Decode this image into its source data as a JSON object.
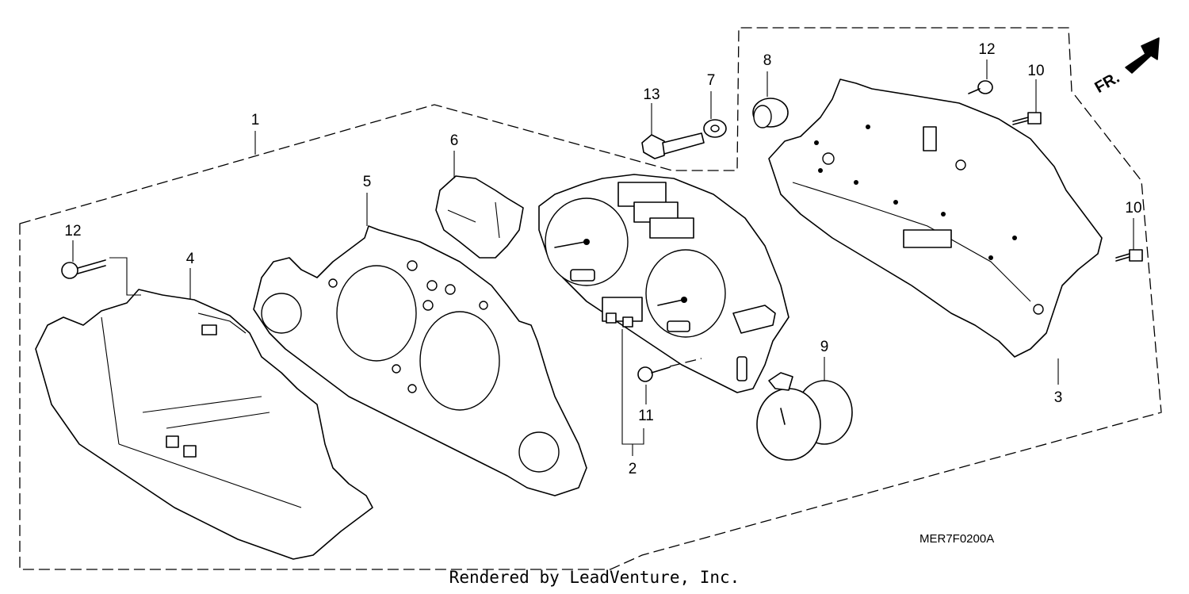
{
  "diagram": {
    "callouts": [
      "1",
      "2",
      "3",
      "4",
      "5",
      "6",
      "7",
      "8",
      "9",
      "10",
      "10",
      "11",
      "12",
      "12",
      "13"
    ],
    "direction_label": "FR.",
    "diagram_code": "MER7F0200A"
  },
  "footer": {
    "text": "Rendered by LeadVenture, Inc."
  }
}
